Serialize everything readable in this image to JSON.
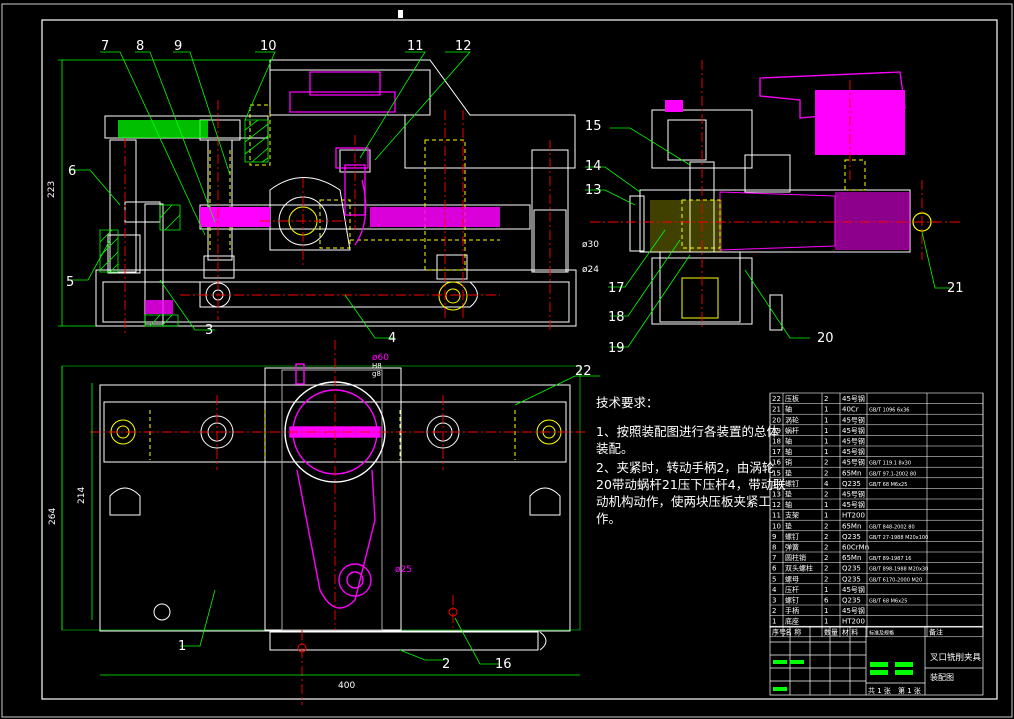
{
  "colors": {
    "frame": "#ffffff",
    "part": "#ffffff",
    "hidden": "#ffff00",
    "center": "#ff0000",
    "dim": "#00ff00",
    "highlight": "#ff00ff",
    "fill": "#ff00ff",
    "background": "#000000"
  },
  "balloons": [
    {
      "label": "1"
    },
    {
      "label": "2"
    },
    {
      "label": "3"
    },
    {
      "label": "4"
    },
    {
      "label": "5"
    },
    {
      "label": "6"
    },
    {
      "label": "7"
    },
    {
      "label": "8"
    },
    {
      "label": "9"
    },
    {
      "label": "10"
    },
    {
      "label": "11"
    },
    {
      "label": "12"
    },
    {
      "label": "13"
    },
    {
      "label": "14"
    },
    {
      "label": "15"
    },
    {
      "label": "16"
    },
    {
      "label": "17"
    },
    {
      "label": "18"
    },
    {
      "label": "19"
    },
    {
      "label": "20"
    },
    {
      "label": "21"
    },
    {
      "label": "22"
    }
  ],
  "dimensions": {
    "d223": "223",
    "d214": "214",
    "d264": "264",
    "d400": "400",
    "phi60": "ø60",
    "phi30": "ø30",
    "phi24": "ø24",
    "phi25": "ø25",
    "fit_h": "H8",
    "fit_g": "g8"
  },
  "notes": {
    "heading": "技术要求：",
    "line1": "1、按照装配图进行各装置的总体装配。",
    "line2": "2、夹紧时，转动手柄2，由涡轮20带动蜗杆21压下压杆4，带动联动机构动作，使两块压板夹紧工作。"
  },
  "bom": {
    "rows": [
      {
        "no": "22",
        "name": "压板",
        "qty": "2",
        "mat": "45号钢",
        "std": ""
      },
      {
        "no": "21",
        "name": "轴",
        "qty": "1",
        "mat": "40Cr",
        "std": "GB/T 1096 6x36"
      },
      {
        "no": "20",
        "name": "涡轮",
        "qty": "1",
        "mat": "45号钢",
        "std": ""
      },
      {
        "no": "19",
        "name": "蜗杆",
        "qty": "1",
        "mat": "45号钢",
        "std": ""
      },
      {
        "no": "18",
        "name": "轴",
        "qty": "1",
        "mat": "45号钢",
        "std": ""
      },
      {
        "no": "17",
        "name": "轴",
        "qty": "1",
        "mat": "45号钢",
        "std": ""
      },
      {
        "no": "16",
        "name": "销",
        "qty": "2",
        "mat": "45号钢",
        "std": "GB/T 119.1 8x30"
      },
      {
        "no": "15",
        "name": "垫",
        "qty": "2",
        "mat": "65Mn",
        "std": "GB/T 97.1-2002 80"
      },
      {
        "no": "14",
        "name": "螺钉",
        "qty": "4",
        "mat": "Q235",
        "std": "GB/T 68 M6x25"
      },
      {
        "no": "13",
        "name": "垫",
        "qty": "2",
        "mat": "45号钢",
        "std": ""
      },
      {
        "no": "12",
        "name": "轴",
        "qty": "1",
        "mat": "45号钢",
        "std": ""
      },
      {
        "no": "11",
        "name": "支架",
        "qty": "1",
        "mat": "HT200",
        "std": ""
      },
      {
        "no": "10",
        "name": "垫",
        "qty": "2",
        "mat": "65Mn",
        "std": "GB/T 848-2002 80"
      },
      {
        "no": "9",
        "name": "螺钉",
        "qty": "2",
        "mat": "Q235",
        "std": "GB/T 27-1988 M20x100"
      },
      {
        "no": "8",
        "name": "弹簧",
        "qty": "2",
        "mat": "60CrMn",
        "std": ""
      },
      {
        "no": "7",
        "name": "圆柱销",
        "qty": "2",
        "mat": "65Mn",
        "std": "GB/T 89-1987 16"
      },
      {
        "no": "6",
        "name": "双头螺柱",
        "qty": "2",
        "mat": "Q235",
        "std": "GB/T 898-1988 M20x30"
      },
      {
        "no": "5",
        "name": "螺母",
        "qty": "2",
        "mat": "Q235",
        "std": "GB/T 6170-2000 M20"
      },
      {
        "no": "4",
        "name": "压杆",
        "qty": "1",
        "mat": "45号钢",
        "std": ""
      },
      {
        "no": "3",
        "name": "螺钉",
        "qty": "6",
        "mat": "Q235",
        "std": "GB/T 68 M6x25"
      },
      {
        "no": "2",
        "name": "手柄",
        "qty": "1",
        "mat": "45号钢",
        "std": ""
      },
      {
        "no": "1",
        "name": "底座",
        "qty": "1",
        "mat": "HT200",
        "std": ""
      }
    ],
    "header": {
      "no": "序号",
      "name": "名 称",
      "qty": "数量",
      "mat": "材 料",
      "std": "标准及规格",
      "note": "备注"
    }
  },
  "title_block": {
    "title": "叉口铣削夹具",
    "subtitle": "装配图",
    "sheets": "共 1 张",
    "sheet": "第 1 张"
  }
}
